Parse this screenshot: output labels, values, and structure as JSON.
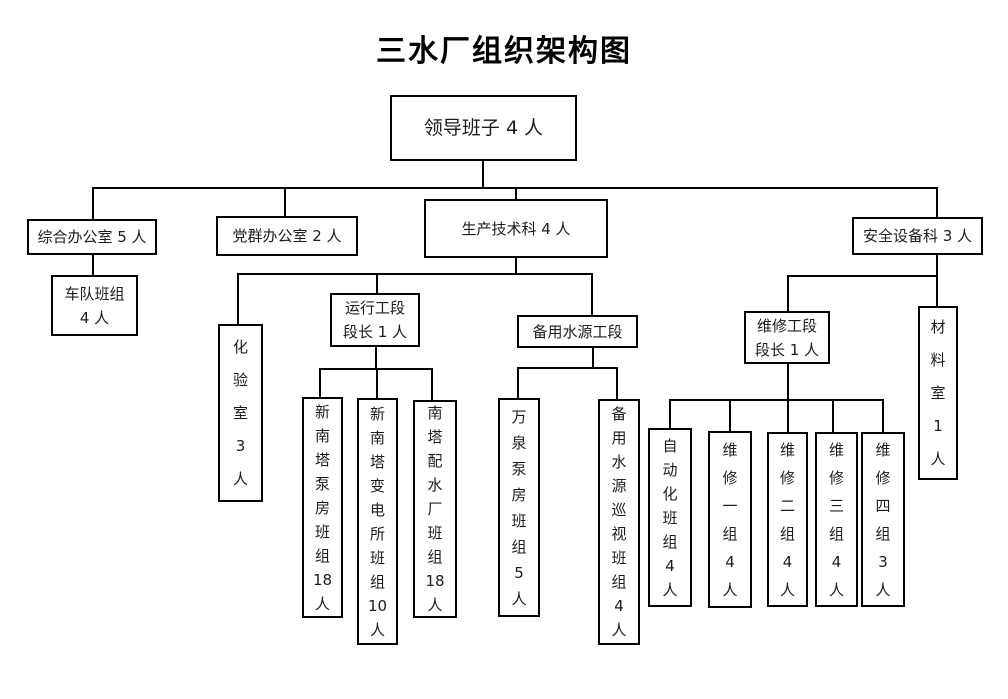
{
  "title": "三水厂组织架构图",
  "nodes": {
    "leadership": {
      "label": "领导班子 4 人"
    },
    "general_office": {
      "label": "综合办公室 5 人"
    },
    "party_office": {
      "label": "党群办公室 2 人"
    },
    "production_tech": {
      "label": "生产技术科 4 人"
    },
    "safety_equipment": {
      "label": "安全设备科 3 人"
    },
    "fleet_team": {
      "lines": [
        "车队班组",
        "4 人"
      ]
    },
    "lab": {
      "lines": [
        "化",
        "验",
        "室",
        "3",
        "人"
      ]
    },
    "operation_section": {
      "lines": [
        "运行工段",
        "段长 1 人"
      ]
    },
    "backup_water_section": {
      "label": "备用水源工段"
    },
    "maintenance_section": {
      "lines": [
        "维修工段",
        "段长 1 人"
      ]
    },
    "material_room": {
      "lines": [
        "材",
        "料",
        "室",
        "1",
        "人"
      ]
    },
    "xinnanta_pump_team": {
      "lines": [
        "新",
        "南",
        "塔",
        "泵",
        "房",
        "班",
        "组",
        "18",
        "人"
      ]
    },
    "xinnanta_substation_team": {
      "lines": [
        "新",
        "南",
        "塔",
        "变",
        "电",
        "所",
        "班",
        "组",
        "10",
        "人"
      ]
    },
    "nanta_distribution_team": {
      "lines": [
        "南",
        "塔",
        "配",
        "水",
        "厂",
        "班",
        "组",
        "18",
        "人"
      ]
    },
    "wanquan_pump_team": {
      "lines": [
        "万",
        "泉",
        "泵",
        "房",
        "班",
        "组",
        "5",
        "人"
      ]
    },
    "backup_patrol_team": {
      "lines": [
        "备",
        "用",
        "水",
        "源",
        "巡",
        "视",
        "班",
        "组",
        "4",
        "人"
      ]
    },
    "automation_team": {
      "lines": [
        "自",
        "动",
        "化",
        "班",
        "组",
        "4",
        "人"
      ]
    },
    "repair_team_1": {
      "lines": [
        "维",
        "修",
        "一",
        "组",
        "4",
        "人"
      ]
    },
    "repair_team_2": {
      "lines": [
        "维",
        "修",
        "二",
        "组",
        "4",
        "人"
      ]
    },
    "repair_team_3": {
      "lines": [
        "维",
        "修",
        "三",
        "组",
        "4",
        "人"
      ]
    },
    "repair_team_4": {
      "lines": [
        "维",
        "修",
        "四",
        "组",
        "3",
        "人"
      ]
    }
  }
}
